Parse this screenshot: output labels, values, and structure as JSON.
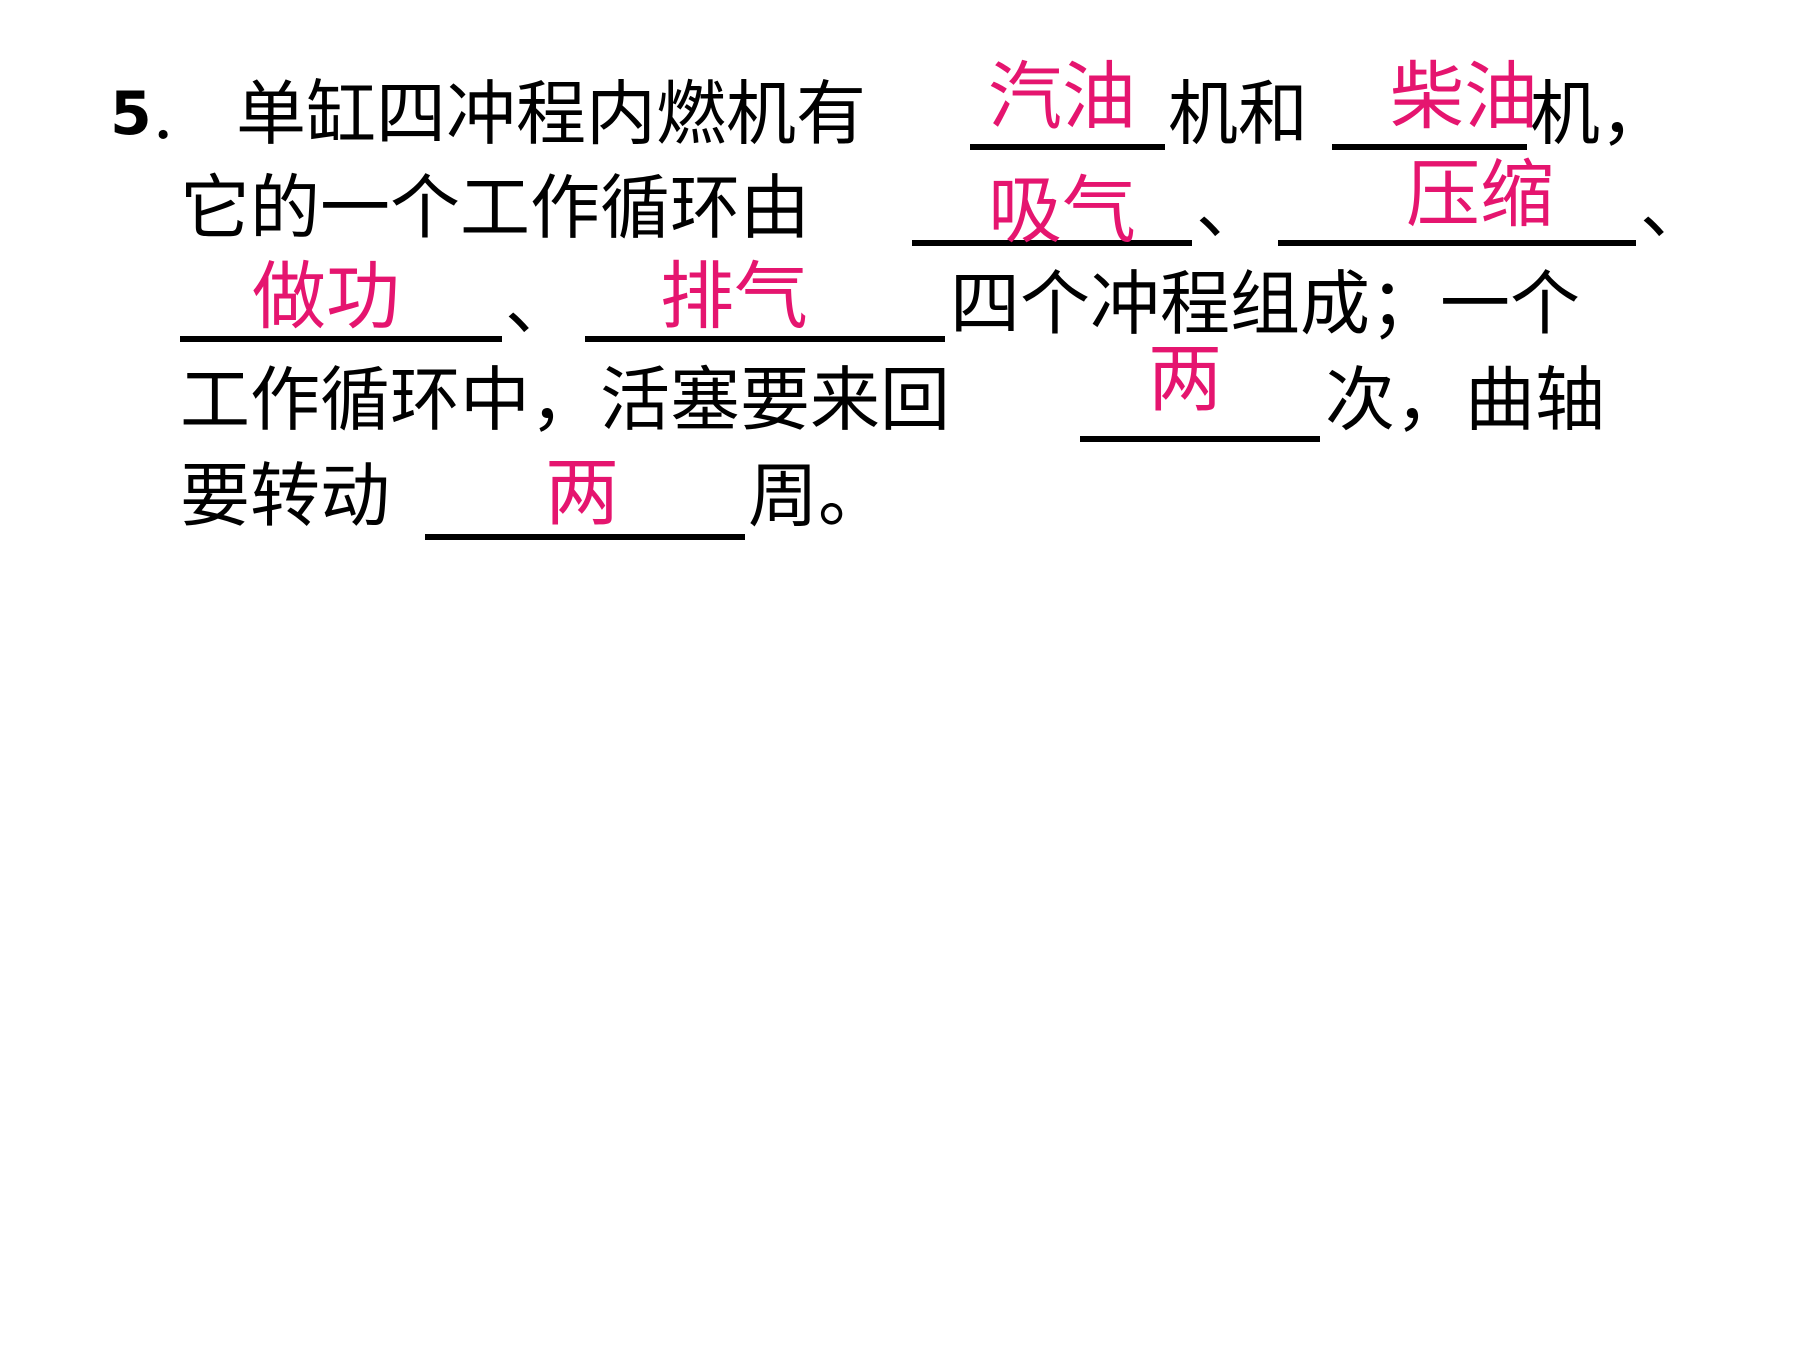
{
  "question": {
    "number": "5",
    "dot": ".",
    "line1": {
      "t1": "单缸四冲程内燃机有",
      "t2": "机和",
      "t3": "机，"
    },
    "line2": {
      "t1": "它的一个工作循环由",
      "t2": "、",
      "t3": "、"
    },
    "line3": {
      "t1": "、",
      "t2": "四个冲程组成；一个"
    },
    "line4": {
      "t1": "工作循环中，活塞要来回",
      "t2": "次，曲轴"
    },
    "line5": {
      "t1": "要转动",
      "t2": "周。"
    }
  },
  "answers": {
    "a1": "汽油",
    "a2": "柴油",
    "a3": "吸气",
    "a4": "压缩",
    "a5": "做功",
    "a6": "排气",
    "a7": "两",
    "a8": "两"
  },
  "colors": {
    "answer": "#e5156f",
    "text": "#000000"
  }
}
